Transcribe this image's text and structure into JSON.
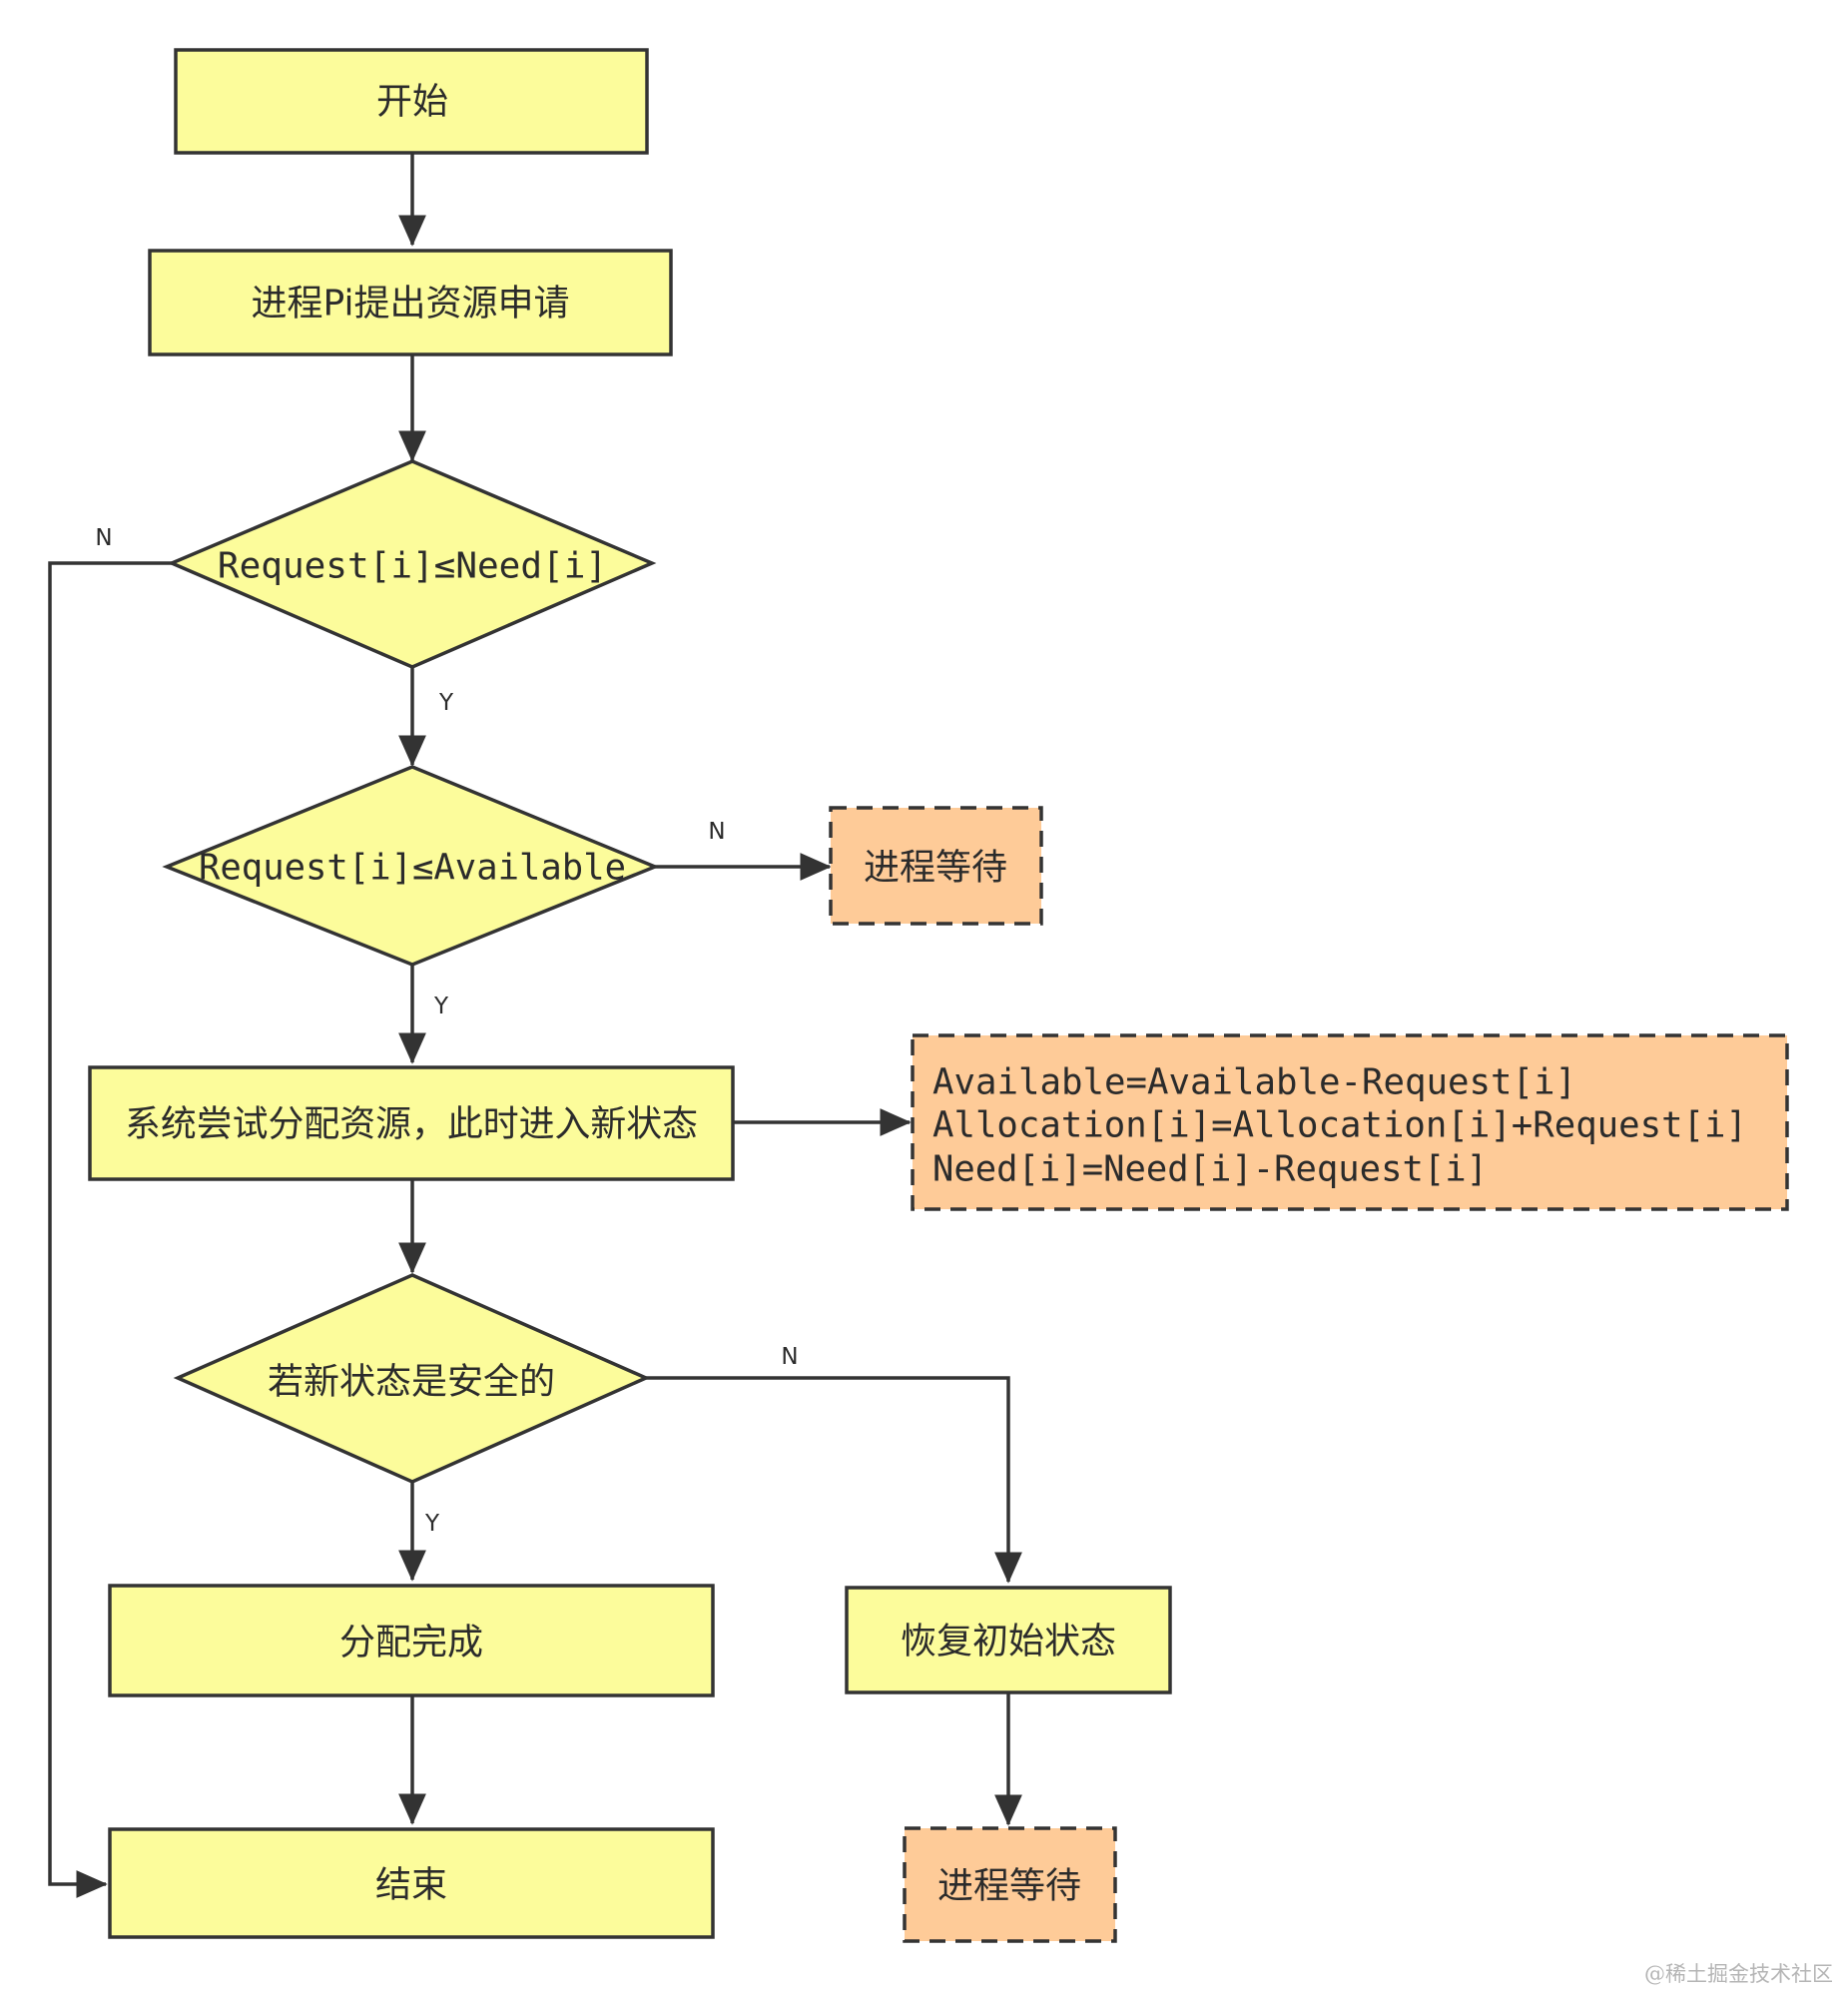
{
  "colors": {
    "process_fill": "#FCFC9B",
    "note_fill": "#FECB98",
    "stroke": "#333333",
    "text": "#2b2b2b"
  },
  "nodes": {
    "start": "开始",
    "request": "进程Pi提出资源申请",
    "check_need": "Request[i]≤Need[i]",
    "check_available": "Request[i]≤Available",
    "wait_1": "进程等待",
    "try_allocate": "系统尝试分配资源，此时进入新状态",
    "state_update": [
      "Available=Available-Request[i]",
      "Allocation[i]=Allocation[i]+Request[i]",
      "Need[i]=Need[i]-Request[i]"
    ],
    "check_safe": "若新状态是安全的",
    "allocate_done": "分配完成",
    "restore_state": "恢复初始状态",
    "end": "结束",
    "wait_2": "进程等待"
  },
  "edge_labels": {
    "need_no": "N",
    "need_yes": "Y",
    "available_no": "N",
    "available_yes": "Y",
    "safe_no": "N",
    "safe_yes": "Y"
  },
  "watermark": "@稀土掘金技术社区"
}
